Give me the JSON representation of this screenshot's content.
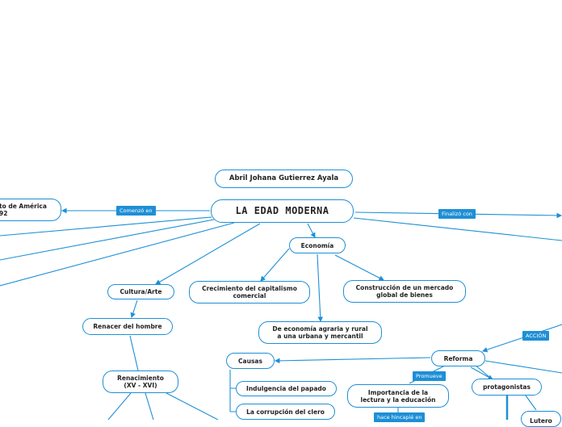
{
  "central": "LA EDAD MODERNA",
  "author": "Abril Johana Gutierrez Ayala",
  "nodes": {
    "descubrimiento": "to de América\n92",
    "economia": "Economía",
    "cultura": "Cultura/Arte",
    "crecimiento": "Crecimiento del capitalismo\ncomercial",
    "construccion": "Construcción de un mercado\nglobal de bienes",
    "agraria": "De economía agraria y rural\na una urbana y mercantil",
    "renacer": "Renacer del hombre",
    "renacimiento": "Renacimiento\n(XV - XVI)",
    "causas": "Causas",
    "indulgencia": "Indulgencia del papado",
    "corrupcion": "La corrupción del clero",
    "reforma": "Reforma",
    "importancia": "Importancia de la\nlectura y la educación",
    "protagonistas": "protagonistas",
    "lutero": "Lutero"
  },
  "tags": {
    "comenzo": "Comenzó en",
    "finalizo": "Finalizó con",
    "accion": "ACCIÓN",
    "promueve": "Promueve",
    "hace": "hace hincapié en"
  },
  "colors": {
    "line": "#1e8fd6",
    "tag_bg": "#1e8fd6",
    "border": "#1e8fd6"
  }
}
